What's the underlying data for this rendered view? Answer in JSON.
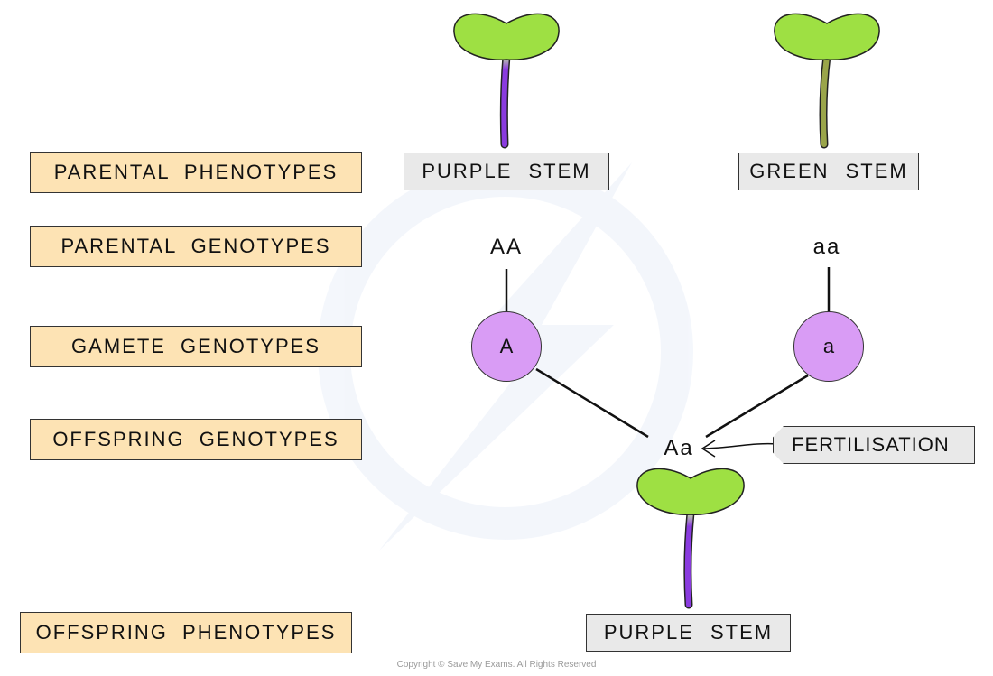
{
  "rows": {
    "parental_phenotypes": "PARENTAL  PHENOTYPES",
    "parental_genotypes": "PARENTAL  GENOTYPES",
    "gamete_genotypes": "GAMETE  GENOTYPES",
    "offspring_genotypes": "OFFSPRING  GENOTYPES",
    "offspring_phenotypes": "OFFSPRING  PHENOTYPES"
  },
  "parent1": {
    "phenotype": "PURPLE  STEM",
    "genotype": "AA",
    "gamete": "A",
    "stem_color": "#8a3bdf"
  },
  "parent2": {
    "phenotype": "GREEN  STEM",
    "genotype": "aa",
    "gamete": "a",
    "stem_color": "#9aa54a"
  },
  "offspring": {
    "genotype": "Aa",
    "phenotype": "PURPLE  STEM",
    "stem_color": "#8a3bdf"
  },
  "annotation": {
    "fertilisation": "FERTILISATION"
  },
  "colors": {
    "label_fill": "#fde3b4",
    "phenotype_box_fill": "#e9e9e9",
    "gamete_fill": "#d99cf5",
    "leaf_green": "#9ee043"
  },
  "copyright": "Copyright © Save My Exams. All Rights Reserved"
}
